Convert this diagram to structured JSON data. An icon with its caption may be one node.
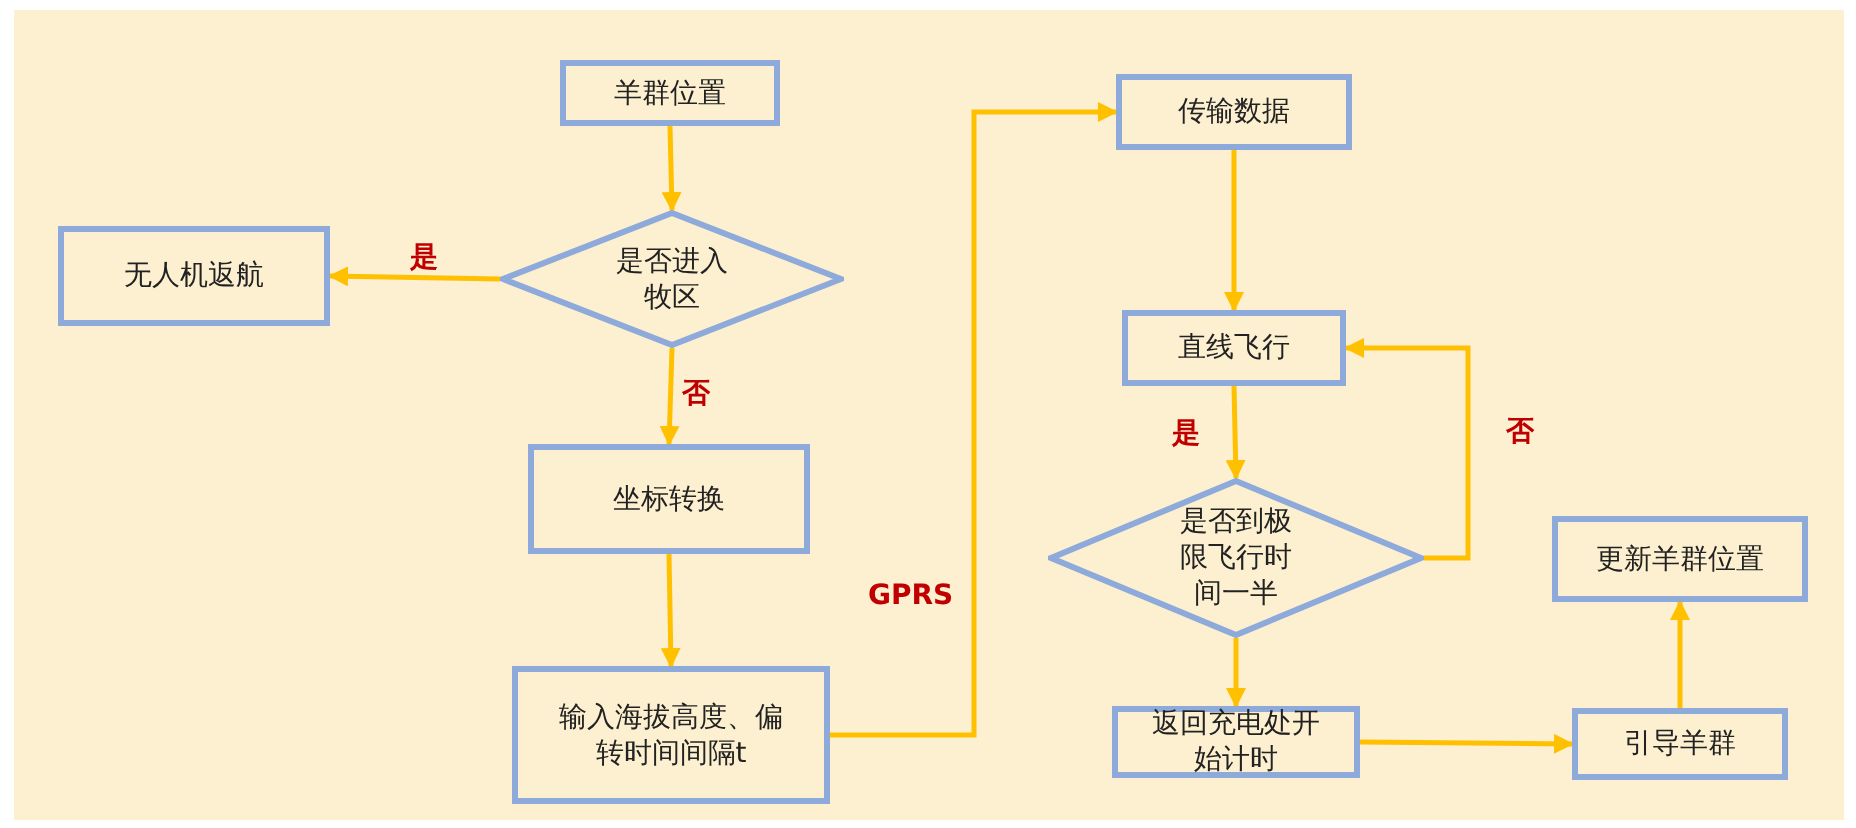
{
  "diagram": {
    "nodes": [
      {
        "text": [
          "羊群位置"
        ]
      },
      {
        "text": [
          "是否进入牧区"
        ]
      },
      {
        "text": [
          "无人机返航"
        ]
      },
      {
        "text": [
          "坐标转换"
        ]
      },
      {
        "text": [
          "输入海拔高度、偏转时间间隔t"
        ]
      },
      {
        "text": [
          "传输数据"
        ]
      },
      {
        "text": [
          "直线飞行"
        ]
      },
      {
        "text": [
          "是否到极限飞行时间一半"
        ]
      },
      {
        "text": [
          "返回充电处开始计时"
        ]
      },
      {
        "text": [
          "引导羊群"
        ]
      },
      {
        "text": [
          "更新羊群位置"
        ]
      }
    ],
    "edges": [
      {
        "from": 0,
        "to": 1,
        "arrow": "to"
      },
      {
        "from": 1,
        "to": 2,
        "arrow": "to",
        "label": "是"
      },
      {
        "from": 1,
        "to": 3,
        "arrow": "to",
        "label": "否"
      },
      {
        "from": 3,
        "to": 4,
        "arrow": "to"
      },
      {
        "from": 4,
        "to": 5,
        "arrow": "to",
        "label": "GPRS"
      },
      {
        "from": 5,
        "to": 6,
        "arrow": "to"
      },
      {
        "from": 6,
        "to": 7,
        "arrow": "to",
        "label": "是"
      },
      {
        "from": 7,
        "to": 6,
        "arrow": "to",
        "label": "否"
      },
      {
        "from": 7,
        "to": 8,
        "arrow": "to"
      },
      {
        "from": 8,
        "to": 9,
        "arrow": "to"
      },
      {
        "from": 9,
        "to": 10,
        "arrow": "to"
      }
    ]
  }
}
